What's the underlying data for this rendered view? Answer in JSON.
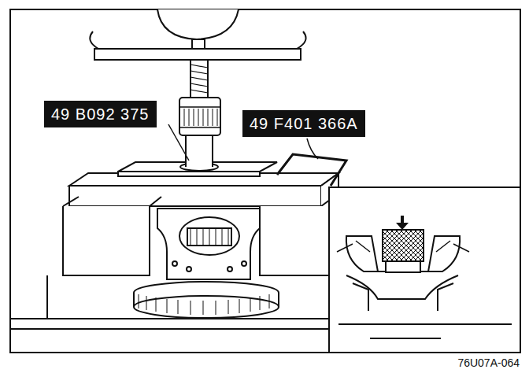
{
  "diagram": {
    "nodes": [
      {
        "text": [
          "49 B092 375"
        ]
      },
      {
        "text": [
          "49 F401 366A"
        ]
      }
    ],
    "labels": [
      "76U07A-064"
    ]
  }
}
